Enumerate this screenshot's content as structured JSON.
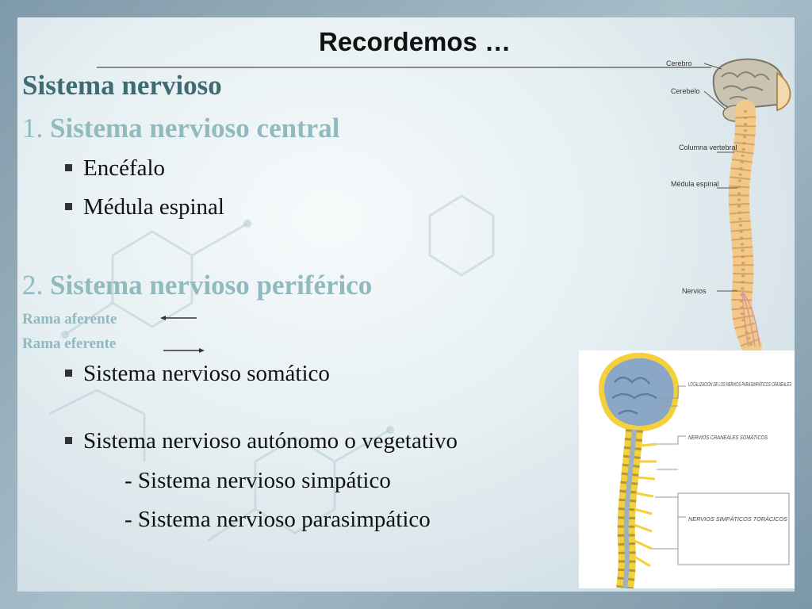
{
  "slide": {
    "title": "Recordemos …",
    "heading": "Sistema nervioso",
    "central": {
      "number": "1.",
      "label": "Sistema nervioso central",
      "items": [
        "Encéfalo",
        "Médula espinal"
      ]
    },
    "peripheral": {
      "number": "2.",
      "label": "Sistema nervioso periférico",
      "branches": [
        "Rama aferente",
        "Rama eferente"
      ],
      "somatic": "Sistema nervioso somático",
      "autonomic": "Sistema nervioso autónomo o vegetativo",
      "autonomic_subtypes": [
        "- Sistema nervioso simpático",
        "- Sistema nervioso parasimpático"
      ]
    }
  },
  "figure_top": {
    "labels": [
      "Cerebro",
      "Cerebelo",
      "Columna vertebral",
      "Médula espinal",
      "Nervios"
    ]
  },
  "figure_bottom": {
    "labels": [
      "LOCALIZACIÓN DE LOS NERVIOS PARASIMPÁTICOS CRANEALES",
      "NERVIOS CRANEALES SOMÁTICOS",
      "NERVIOS SIMPÁTICOS TORÁCICOS"
    ]
  },
  "colors": {
    "heading": "#3f6a72",
    "accent": "#8fbac0",
    "text": "#111111",
    "bone": "#f2c98a",
    "brain_blue": "#8aa7c8",
    "cord_yellow": "#f4d03a"
  },
  "icons": {
    "bullet": "square-bullet-icon",
    "afferent": "arrow-left-icon",
    "efferent": "arrow-right-icon"
  }
}
